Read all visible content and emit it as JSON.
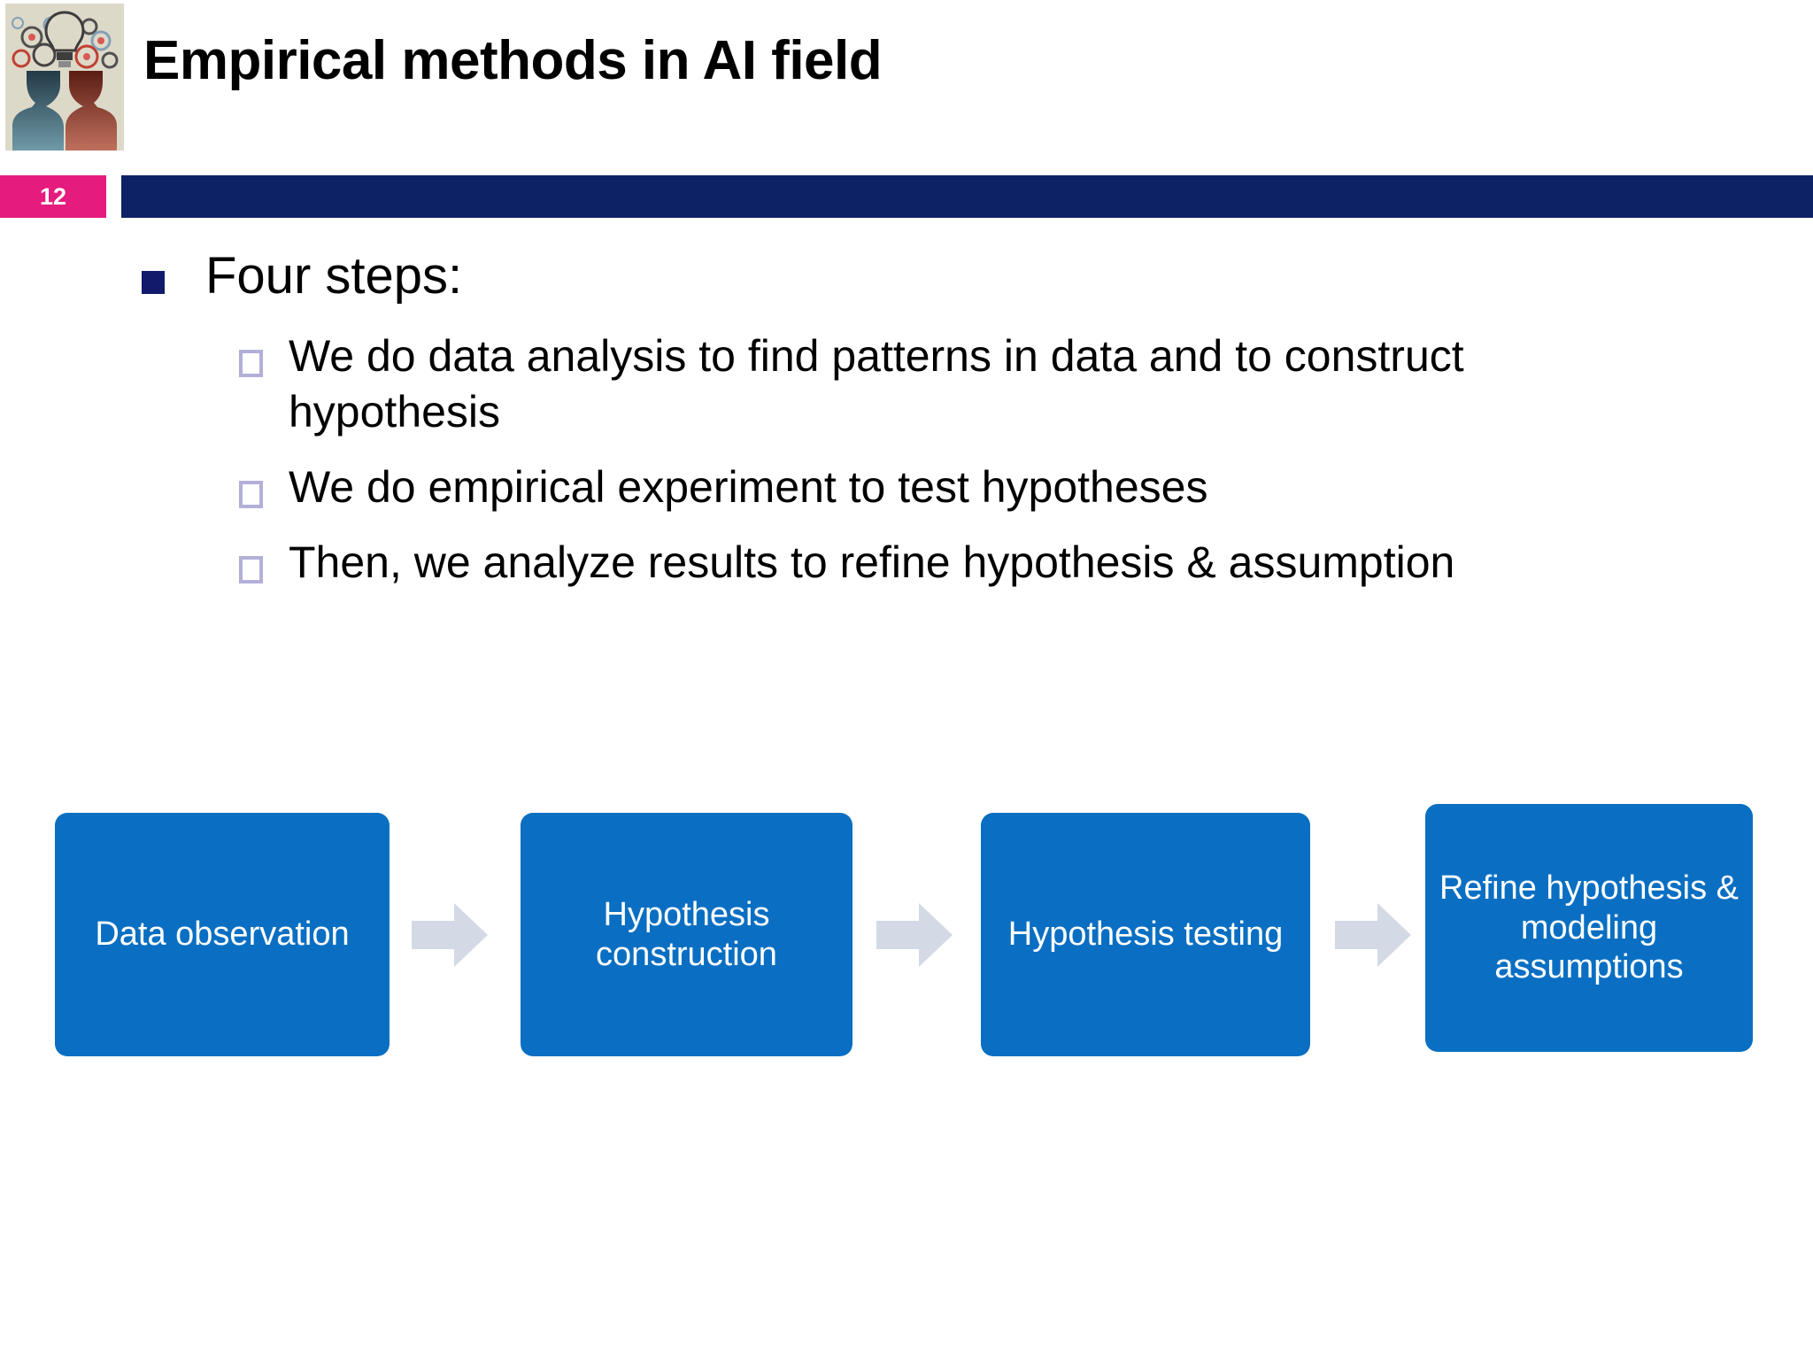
{
  "slide": {
    "number": "12",
    "title": "Empirical methods in AI field",
    "logo_alt": "two-heads-gears-lightbulb-icon",
    "accent_pink": "#e51b7e",
    "accent_navy": "#0d2265",
    "bullet_square_color": "#111a6b",
    "sub_bullet_outline_color": "#b2b0d8",
    "flow_box_color": "#0a6fc2",
    "flow_arrow_color": "#d3dae6"
  },
  "content": {
    "main_bullet": "Four steps:",
    "sub_bullets": [
      "We do data analysis to find patterns in data and to construct hypothesis",
      "We do empirical experiment to test hypotheses",
      "Then, we analyze results to refine hypothesis & assumption"
    ]
  },
  "flow": {
    "steps": [
      "Data observation",
      "Hypothesis construction",
      "Hypothesis testing",
      "Refine hypothesis & modeling assumptions"
    ],
    "arrows": [
      "arrow-right-icon",
      "arrow-right-icon",
      "arrow-right-icon"
    ]
  }
}
